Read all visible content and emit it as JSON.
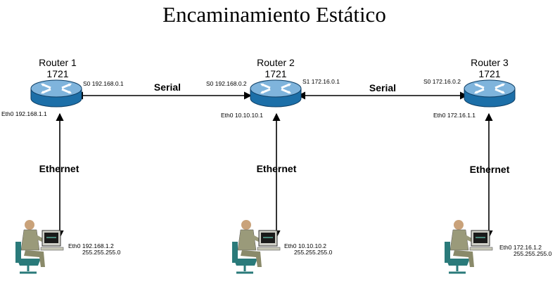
{
  "title": "Encaminamiento Estático",
  "routers": [
    {
      "name": "Router 1",
      "model": "1721",
      "serial_ip": "S0 192.168.0.1",
      "eth_ip": "Eth0 192.168.1.1"
    },
    {
      "name": "Router 2",
      "model": "1721",
      "serial_ip_left": "S0 192.168.0.2",
      "serial_ip_right": "S1 172.16.0.1",
      "eth_ip": "Eth0 10.10.10.1"
    },
    {
      "name": "Router 3",
      "model": "1721",
      "serial_ip": "S0 172.16.0.2",
      "eth_ip": "Eth0 172.16.1.1"
    }
  ],
  "links": {
    "serial_label": "Serial",
    "ethernet_label": "Ethernet"
  },
  "hosts": [
    {
      "ip": "Eth0 192.168.1.2",
      "mask": "255.255.255.0"
    },
    {
      "ip": "Eth0 10.10.10.2",
      "mask": "255.255.255.0"
    },
    {
      "ip": "Eth0 172.16.1.2",
      "mask": "255.255.255.0"
    }
  ],
  "colors": {
    "router_body": "#1c6fa8",
    "router_top": "#7fb4dc",
    "arrow": "#ffffff",
    "person_suit": "#9a9a7a",
    "chair": "#2a7a7a",
    "monitor": "#d0d0c8"
  }
}
